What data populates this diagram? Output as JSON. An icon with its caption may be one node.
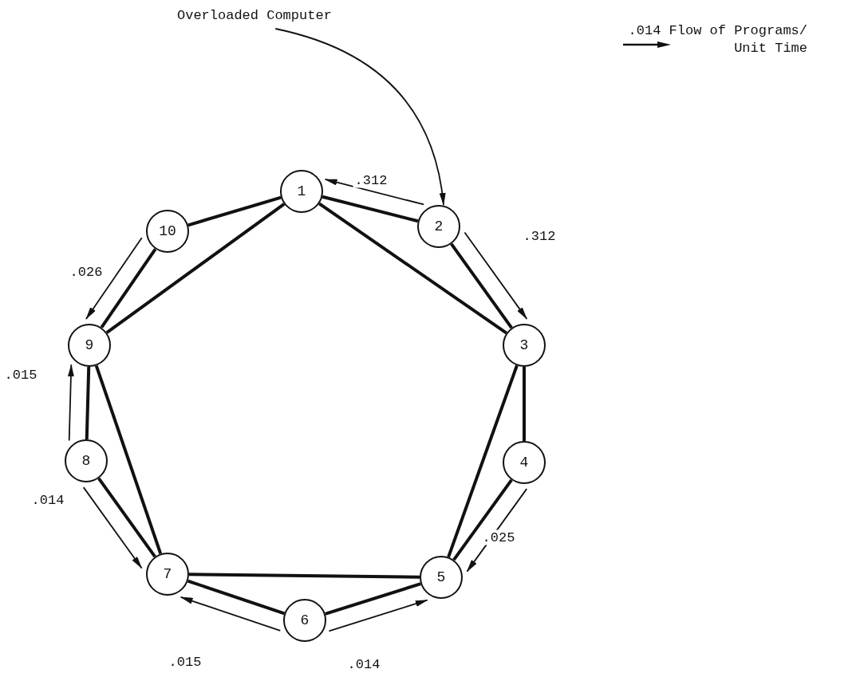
{
  "diagram": {
    "nodes": [
      {
        "text": [
          "Overloaded Computer"
        ]
      },
      {
        "text": [
          "1"
        ]
      },
      {
        "text": [
          "2"
        ]
      },
      {
        "text": [
          "3"
        ]
      },
      {
        "text": [
          "4"
        ]
      },
      {
        "text": [
          "5"
        ]
      },
      {
        "text": [
          "6"
        ]
      },
      {
        "text": [
          "7"
        ]
      },
      {
        "text": [
          "8"
        ]
      },
      {
        "text": [
          "9"
        ]
      },
      {
        "text": [
          "10"
        ]
      }
    ],
    "edges": [
      {
        "from": 0,
        "to": 2,
        "arrow": "to"
      },
      {
        "from": 1,
        "to": 2,
        "arrow": "none"
      },
      {
        "from": 1,
        "to": 10,
        "arrow": "none"
      },
      {
        "from": 1,
        "to": 3,
        "arrow": "none"
      },
      {
        "from": 1,
        "to": 9,
        "arrow": "none"
      },
      {
        "from": 2,
        "to": 3,
        "arrow": "none"
      },
      {
        "from": 3,
        "to": 4,
        "arrow": "none"
      },
      {
        "from": 3,
        "to": 5,
        "arrow": "none"
      },
      {
        "from": 4,
        "to": 5,
        "arrow": "none"
      },
      {
        "from": 5,
        "to": 6,
        "arrow": "none"
      },
      {
        "from": 5,
        "to": 7,
        "arrow": "none"
      },
      {
        "from": 6,
        "to": 7,
        "arrow": "none"
      },
      {
        "from": 7,
        "to": 8,
        "arrow": "none"
      },
      {
        "from": 7,
        "to": 9,
        "arrow": "none"
      },
      {
        "from": 8,
        "to": 9,
        "arrow": "none"
      },
      {
        "from": 9,
        "to": 10,
        "arrow": "none"
      },
      {
        "from": 2,
        "to": 1,
        "arrow": "to",
        "label": ".312"
      },
      {
        "from": 2,
        "to": 3,
        "arrow": "to",
        "label": ".312"
      },
      {
        "from": 10,
        "to": 9,
        "arrow": "to",
        "label": ".026"
      },
      {
        "from": 8,
        "to": 9,
        "arrow": "to",
        "label": ".015"
      },
      {
        "from": 8,
        "to": 7,
        "arrow": "to",
        "label": ".014"
      },
      {
        "from": 4,
        "to": 5,
        "arrow": "to",
        "label": ".025"
      },
      {
        "from": 6,
        "to": 7,
        "arrow": "to",
        "label": ".015"
      },
      {
        "from": 6,
        "to": 5,
        "arrow": "to",
        "label": ".014"
      }
    ],
    "legend": [
      {
        "text": ".014 Flow of Programs/ Unit Time"
      }
    ]
  }
}
